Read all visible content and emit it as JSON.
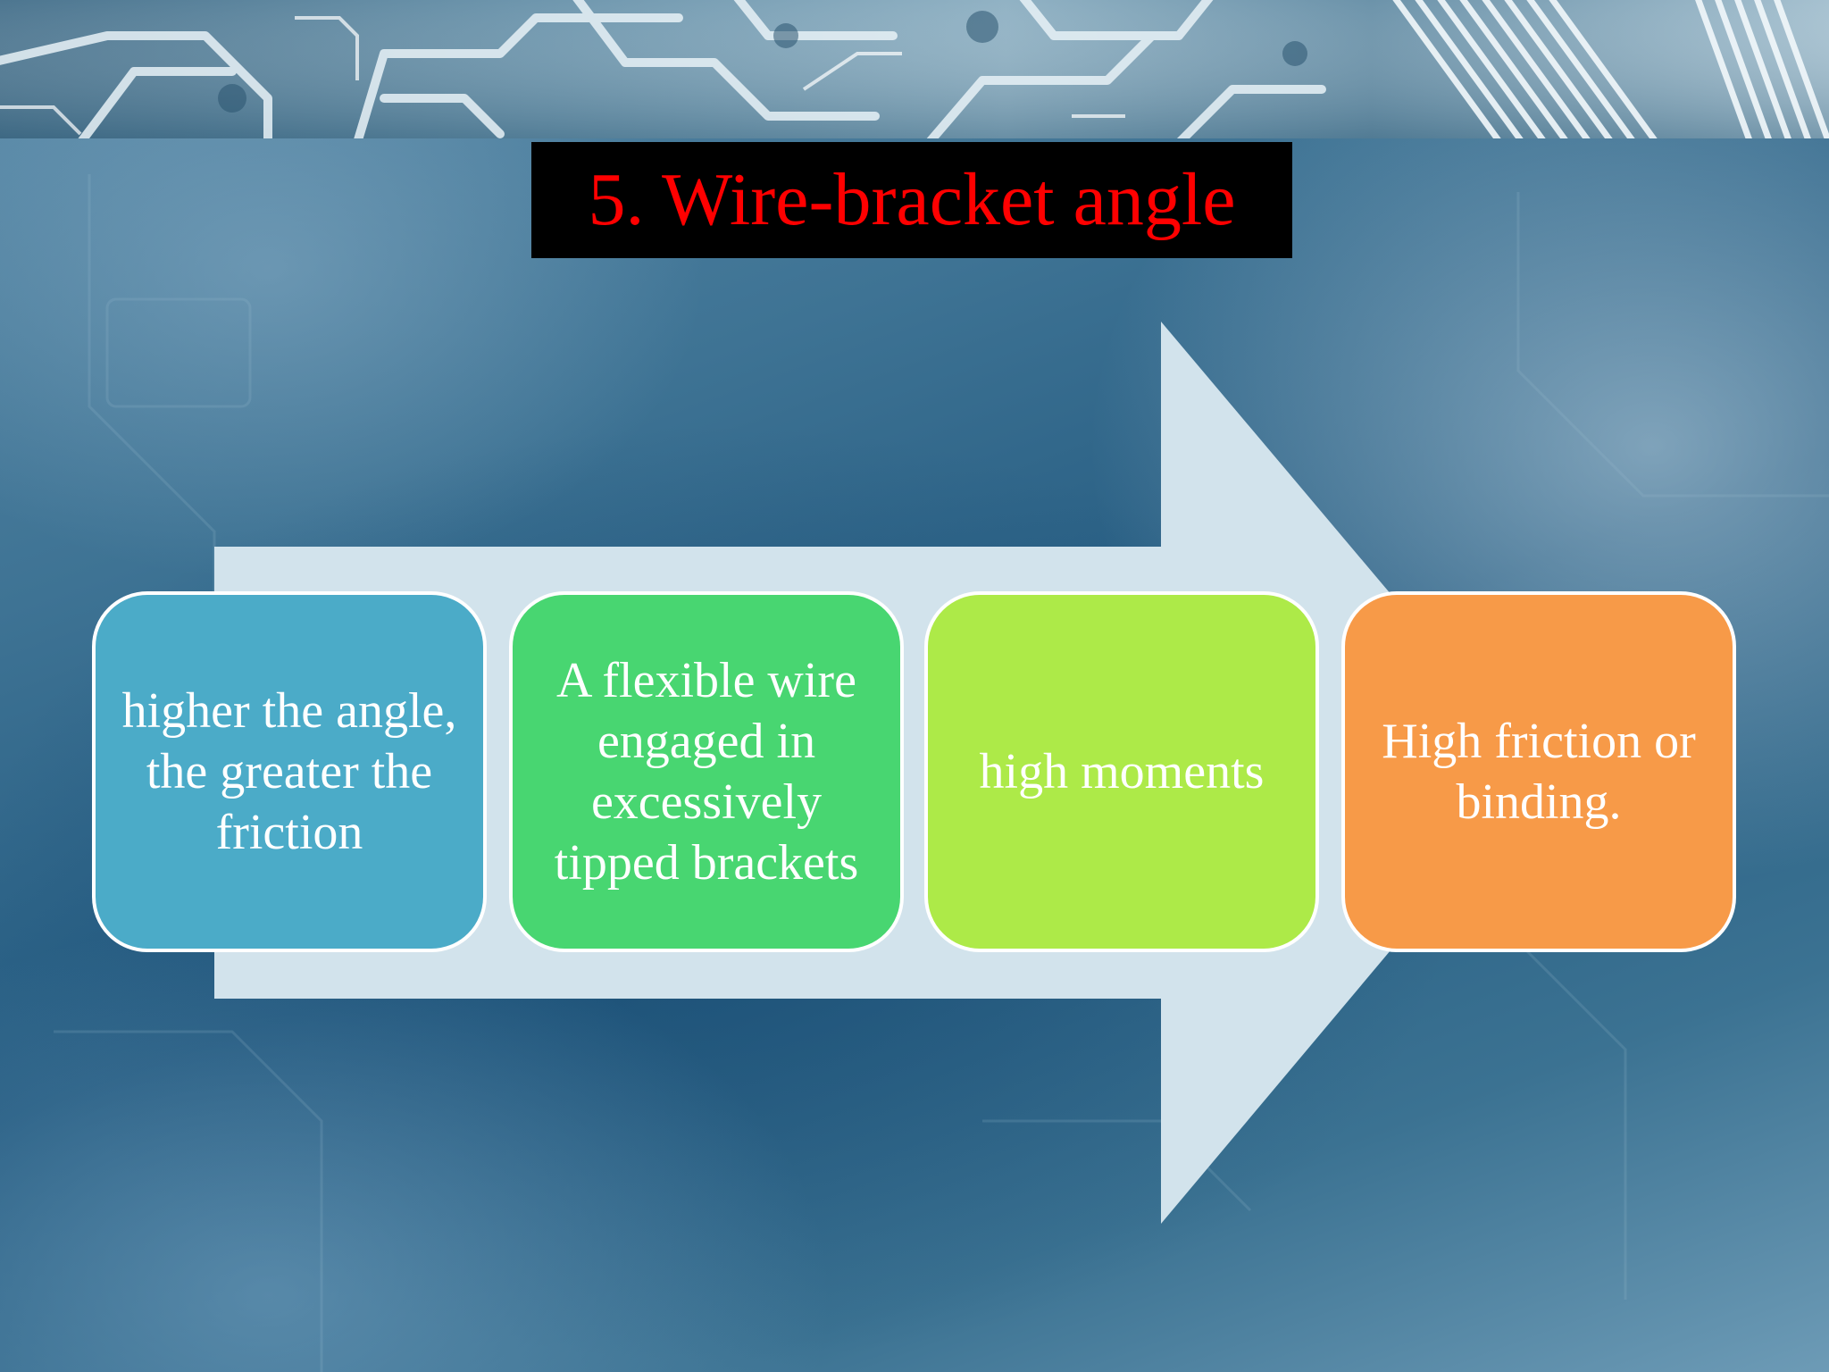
{
  "title": "5. Wire-bracket angle",
  "steps": [
    {
      "text": "higher the angle, the greater the friction",
      "color": "#4babc8"
    },
    {
      "text": "A flexible wire engaged in excessively tipped brackets",
      "color": "#48d671"
    },
    {
      "text": "high moments",
      "color": "#adea48"
    },
    {
      "text": "High friction or binding.",
      "color": "#f79a48"
    }
  ],
  "colors": {
    "title_background": "#000000",
    "title_text": "#ff0000",
    "arrow": "#d2e3ec",
    "step_text": "#ffffff",
    "step_border": "#ffffff"
  }
}
